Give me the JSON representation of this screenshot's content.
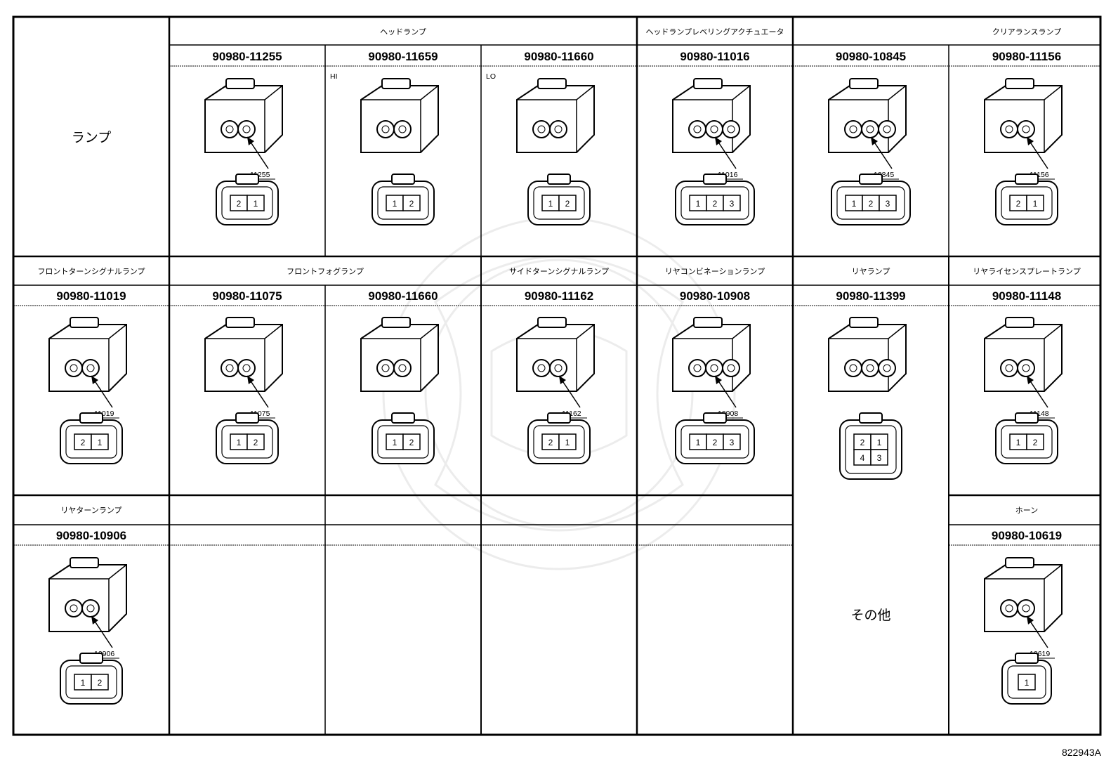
{
  "drawing_number": "822943A",
  "lamp_section_label": "ランプ",
  "other_section_label": "その他",
  "rows": [
    {
      "categories": [
        {
          "text": "ヘッドランプ"
        },
        {
          "text": "ヘッドランプレベリングアクチュエータ"
        },
        {
          "text": "クリアランスランプ"
        }
      ],
      "cells": [
        {
          "part_number": "90980-11255",
          "callout": "11255",
          "tag": "",
          "pins": [
            "2",
            "1"
          ]
        },
        {
          "part_number": "90980-11659",
          "callout": "",
          "tag": "HI",
          "pins": [
            "1",
            "2"
          ]
        },
        {
          "part_number": "90980-11660",
          "callout": "",
          "tag": "LO",
          "pins": [
            "1",
            "2"
          ]
        },
        {
          "part_number": "90980-11016",
          "callout": "11016",
          "tag": "",
          "pins": [
            "1",
            "2",
            "3"
          ]
        },
        {
          "part_number": "90980-10845",
          "callout": "10845",
          "tag": "",
          "pins": [
            "1",
            "2",
            "3"
          ]
        },
        {
          "part_number": "90980-11156",
          "callout": "11156",
          "tag": "",
          "pins": [
            "2",
            "1"
          ]
        }
      ]
    },
    {
      "categories": [
        {
          "text": "フロントターンシグナルランプ"
        },
        {
          "text": "フロントフォグランプ"
        },
        {
          "text": "サイドターンシグナルランプ"
        },
        {
          "text": "リヤコンビネーションランプ"
        },
        {
          "text": "リヤランプ"
        },
        {
          "text": "リヤライセンスプレートランプ"
        }
      ],
      "cells": [
        {
          "part_number": "90980-11019",
          "callout": "11019",
          "tag": "",
          "pins": [
            "2",
            "1"
          ]
        },
        {
          "part_number": "90980-11075",
          "callout": "11075",
          "tag": "",
          "pins": [
            "1",
            "2"
          ]
        },
        {
          "part_number": "90980-11660",
          "callout": "",
          "tag": "",
          "pins": [
            "1",
            "2"
          ]
        },
        {
          "part_number": "90980-11162",
          "callout": "11162",
          "tag": "",
          "pins": [
            "2",
            "1"
          ]
        },
        {
          "part_number": "90980-10908",
          "callout": "10908",
          "tag": "",
          "pins": [
            "1",
            "2",
            "3"
          ]
        },
        {
          "part_number": "90980-11399",
          "callout": "",
          "tag": "",
          "pins": [
            "2",
            "1",
            "4",
            "3"
          ]
        },
        {
          "part_number": "90980-11148",
          "callout": "11148",
          "tag": "",
          "pins": [
            "1",
            "2"
          ]
        }
      ]
    },
    {
      "categories": [
        {
          "text": "リヤターンランプ"
        },
        {
          "text": "ホーン"
        }
      ],
      "cells": [
        {
          "part_number": "90980-10906",
          "callout": "10906",
          "tag": "",
          "pins": [
            "1",
            "2"
          ]
        },
        {
          "part_number": "90980-10619",
          "callout": "10619",
          "tag": "",
          "pins": [
            "1"
          ]
        }
      ]
    }
  ]
}
